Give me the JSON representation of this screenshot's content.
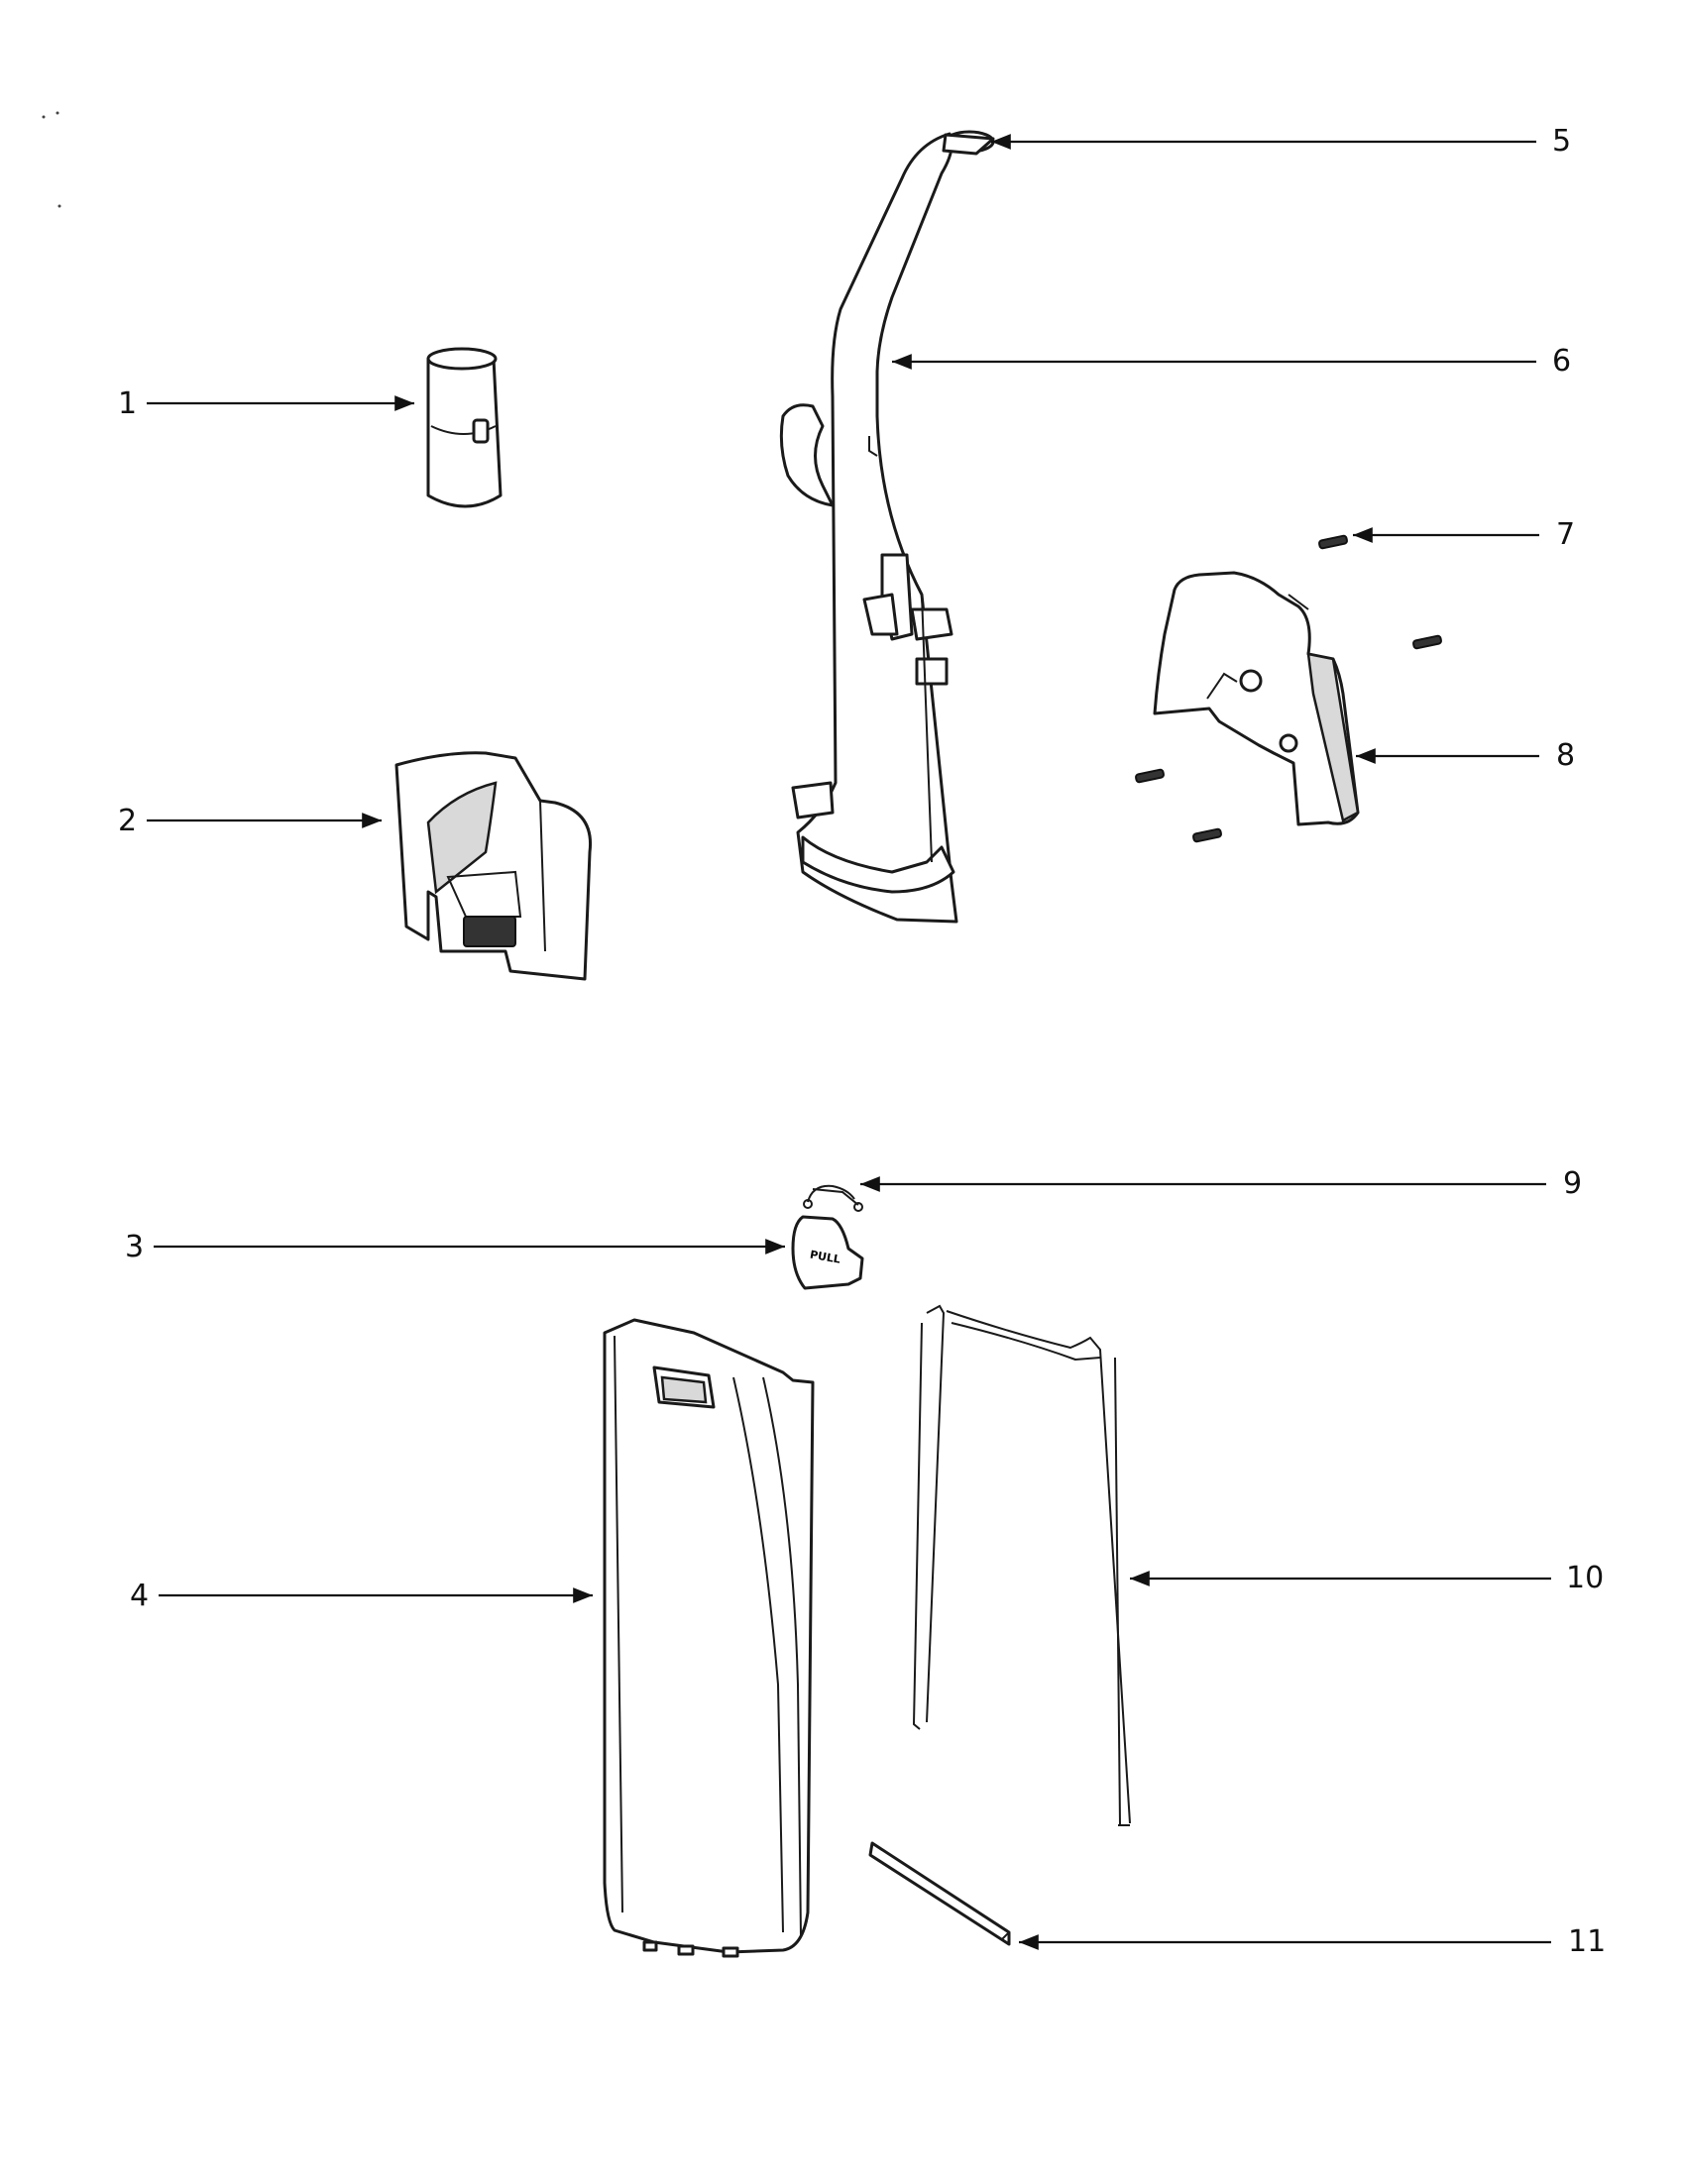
{
  "callouts": [
    "1",
    "2",
    "3",
    "4",
    "5",
    "6",
    "7",
    "8",
    "9",
    "10",
    "11"
  ],
  "icons": {
    "part_1": "hose-adapter-icon",
    "part_2": "hose-holder-bracket-icon",
    "part_3": "pull-tab-icon",
    "part_4": "bag-door-cover-icon",
    "part_5": "handle-tube-icon",
    "part_6": "upper-housing-icon",
    "part_7": "screw-icon",
    "part_8": "cord-wrap-housing-icon",
    "part_9": "spring-clip-icon",
    "part_10": "door-gasket-icon",
    "part_11": "foam-strip-icon"
  },
  "part_3_label": "PULL"
}
